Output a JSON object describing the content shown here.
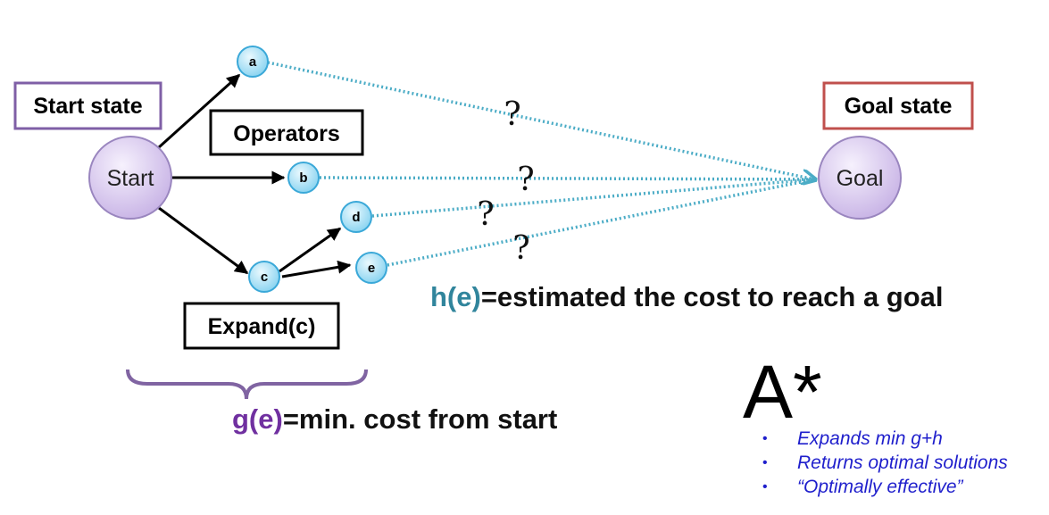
{
  "boxes": {
    "start_state": "Start state",
    "goal_state": "Goal state",
    "operators": "Operators",
    "expand": "Expand(c)"
  },
  "nodes": {
    "start": "Start",
    "goal": "Goal",
    "a": "a",
    "b": "b",
    "c": "c",
    "d": "d",
    "e": "e"
  },
  "unknown_mark": "?",
  "heuristic": {
    "symbol": "h(e)",
    "text": "=estimated the cost to reach a goal"
  },
  "path_cost": {
    "symbol": "g(e)",
    "text": "=min. cost from start"
  },
  "algorithm": {
    "name": "A*",
    "points": [
      "Expands min g+h",
      "Returns optimal solutions",
      "“Optimally effective”"
    ]
  },
  "colors": {
    "node_fill_light": "#f4eefc",
    "node_fill_dark": "#c9b5e6",
    "node_stroke": "#9a86bf",
    "small_node_fill_light": "#e6f7fd",
    "small_node_fill_dark": "#8fd6f2",
    "small_node_stroke": "#3aa8d8",
    "start_box_border": "#7f5fa6",
    "goal_box_border": "#c0504d",
    "dotted_line": "#4bacc6",
    "heuristic_accent": "#31859c",
    "path_cost_accent": "#7030a0",
    "bullet_text": "#1f1fcc"
  }
}
